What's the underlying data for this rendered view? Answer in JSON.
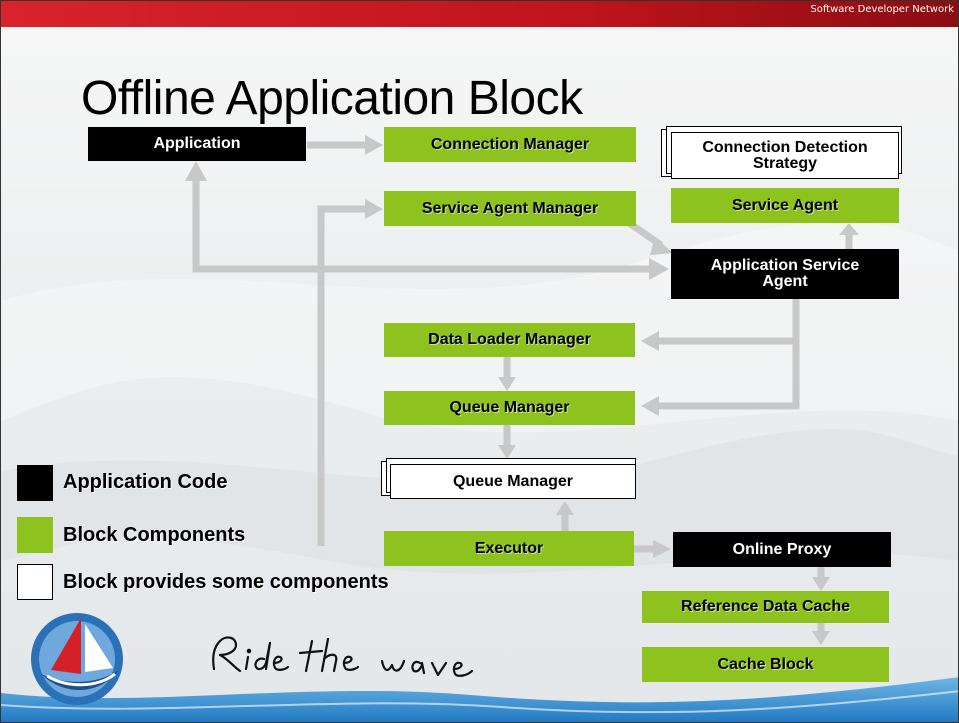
{
  "header": {
    "network_text": "Software Developer Network"
  },
  "title": "Offline Application Block",
  "boxes": {
    "application": "Application",
    "connection_manager": "Connection Manager",
    "connection_detection_strategy_line1": "Connection Detection",
    "connection_detection_strategy_line2": "Strategy",
    "service_agent_manager": "Service Agent Manager",
    "service_agent": "Service Agent",
    "application_service_agent_line1": "Application Service",
    "application_service_agent_line2": "Agent",
    "data_loader_manager": "Data Loader Manager",
    "queue_manager": "Queue Manager",
    "queue_manager_storage": "Queue Manager",
    "executor": "Executor",
    "online_proxy": "Online Proxy",
    "reference_data_cache": "Reference Data Cache",
    "cache_block": "Cache Block"
  },
  "legend": {
    "application_code": "Application Code",
    "block_components": "Block Components",
    "block_provides_some": "Block provides some components"
  },
  "colors": {
    "application_code": "#000000",
    "block_component": "#8dc21f",
    "block_provides_some": "#ffffff",
    "arrow": "#c8c8c8",
    "header_bar": "#c8161e"
  },
  "slogan": "Ride the wave"
}
